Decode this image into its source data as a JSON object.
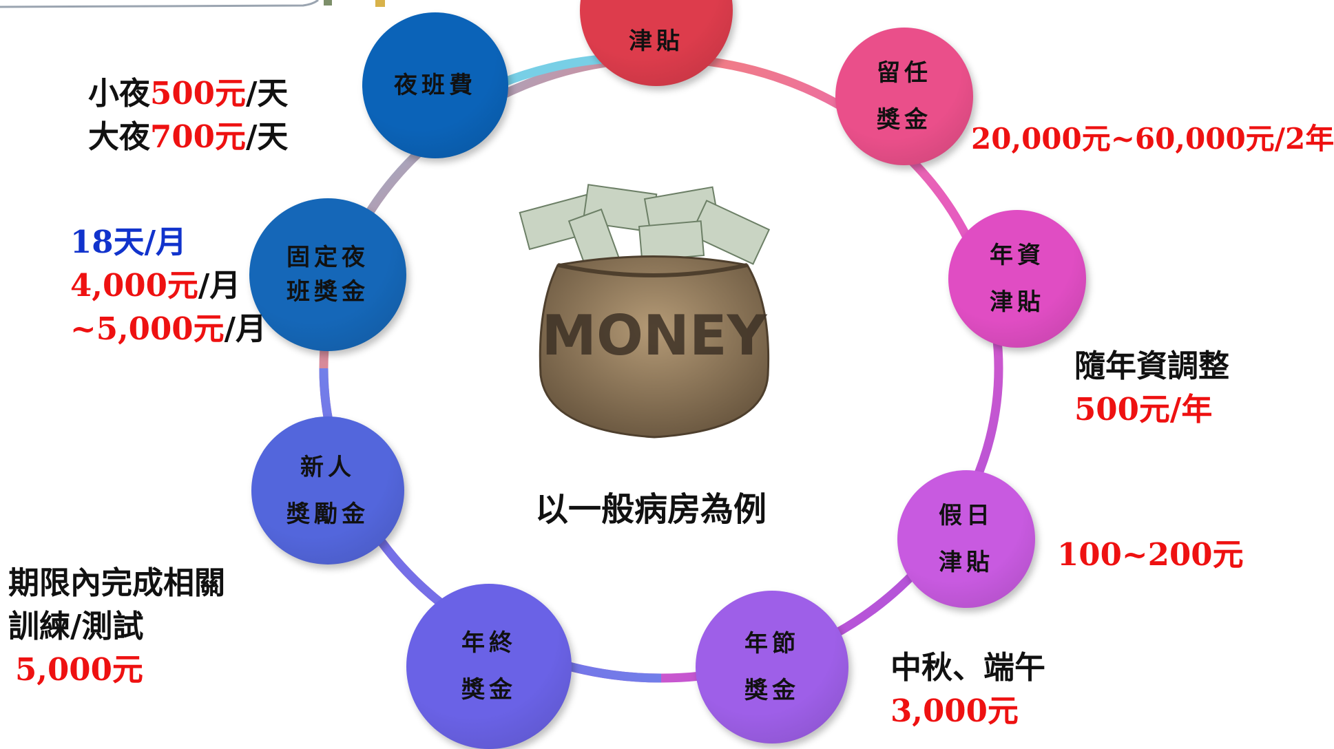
{
  "center": {
    "label": "以一般病房為例",
    "bag_text": "MONEY"
  },
  "nodes": [
    {
      "id": "top",
      "lines": [
        "津貼"
      ],
      "color": "#dd3c4c"
    },
    {
      "id": "retention",
      "lines": [
        "留任",
        "獎金"
      ],
      "color": "#ea4f8a"
    },
    {
      "id": "seniority",
      "lines": [
        "年資",
        "津貼"
      ],
      "color": "#e04dc3"
    },
    {
      "id": "holiday",
      "lines": [
        "假日",
        "津貼"
      ],
      "color": "#c85ae0"
    },
    {
      "id": "festival",
      "lines": [
        "年節",
        "獎金"
      ],
      "color": "#9e5fe8"
    },
    {
      "id": "yearend",
      "lines": [
        "年終",
        "獎金"
      ],
      "color": "#6a62e6"
    },
    {
      "id": "newcomer",
      "lines": [
        "新人",
        "獎勵金"
      ],
      "color": "#5366dc"
    },
    {
      "id": "fixednight",
      "lines": [
        "固定夜",
        "班獎金"
      ],
      "color": "#1567b8"
    },
    {
      "id": "nightshift",
      "lines": [
        "夜班費"
      ],
      "color": "#0b63b8"
    }
  ],
  "annotations": {
    "nightshift": {
      "line1_a": "小夜",
      "line1_b": "500元",
      "line1_c": "/天",
      "line2_a": "大夜",
      "line2_b": "700元",
      "line2_c": "/天"
    },
    "fixednight": {
      "line1": "18天/月",
      "line2_a": "4,000元",
      "line2_b": "/月",
      "line3_a": "~5,000元",
      "line3_b": "/月"
    },
    "retention": {
      "line1": "20,000元~60,000元/2年"
    },
    "seniority": {
      "line1": "隨年資調整",
      "line2": "500元/年"
    },
    "holiday": {
      "line1": "100~200元"
    },
    "festival": {
      "line1": "中秋、端午",
      "line2": "3,000元"
    },
    "newcomer": {
      "line1": "期限內完成相關",
      "line2": "訓練/測試",
      "line3": "5,000元"
    }
  },
  "colors": {
    "ring_top": "#f07c88",
    "ring_right": "#e65cc0",
    "ring_bottom": "#a64ee6",
    "ring_left": "#6e8ff0",
    "accent_red": "#ee1111",
    "accent_blue": "#1133cc"
  }
}
